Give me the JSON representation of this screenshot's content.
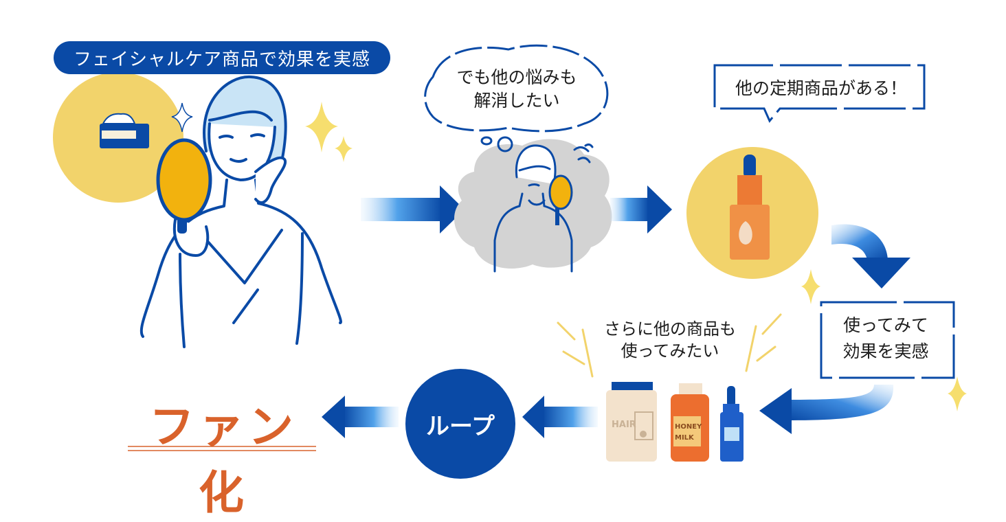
{
  "labels": {
    "step1": "フェイシャルケア商品で効果を実感",
    "thought1": "でも他の悩みも\n解消したい",
    "speech2": "他の定期商品がある！",
    "step3": "使ってみて\n効果を実感",
    "thought4": "さらに他の商品も\n使ってみたい",
    "loop": "ループ",
    "result": "ファン化"
  },
  "products": {
    "jar": "HAIR",
    "bottle": "HONEY\nMILK"
  },
  "colors": {
    "navy": "#0a4aa6",
    "blue": "#1f5fc9",
    "yellow": "#f2d36b",
    "mirror": "#f2b20e",
    "orange": "#d9622b",
    "gray": "#d3d3d3"
  }
}
